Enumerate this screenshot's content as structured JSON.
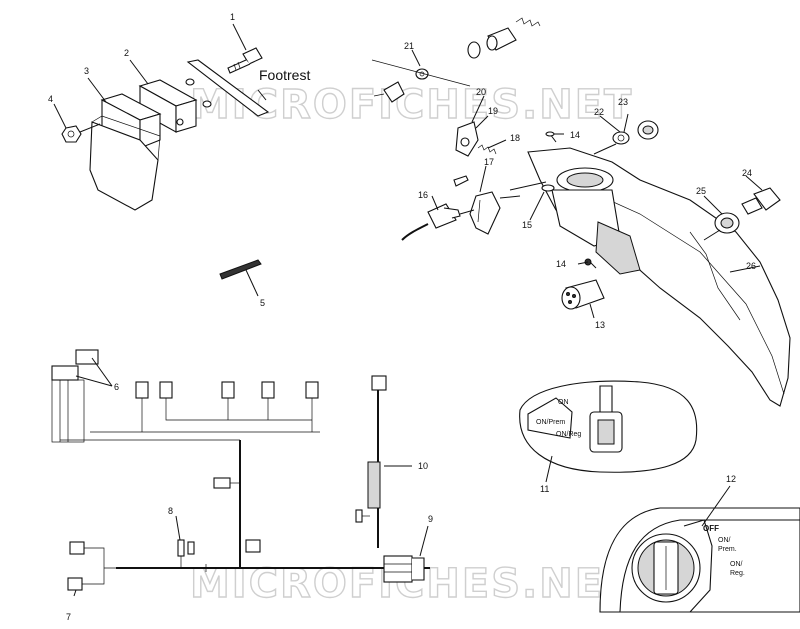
{
  "watermark": "MICROFICHES.NET",
  "labels": {
    "footrest": "Footrest",
    "off": "OFF",
    "on_prem": "ON/\nPrem.",
    "on_reg": "ON/\nReg.",
    "mini_on": "ON",
    "mini_prem": "ON/\nPrem",
    "mini_reg": "ON/\nReg"
  },
  "callouts": [
    "1",
    "2",
    "3",
    "4",
    "5",
    "6",
    "7",
    "8",
    "9",
    "10",
    "11",
    "12",
    "13",
    "14",
    "14",
    "15",
    "16",
    "17",
    "18",
    "19",
    "20",
    "21",
    "22",
    "23",
    "24",
    "25",
    "26"
  ]
}
